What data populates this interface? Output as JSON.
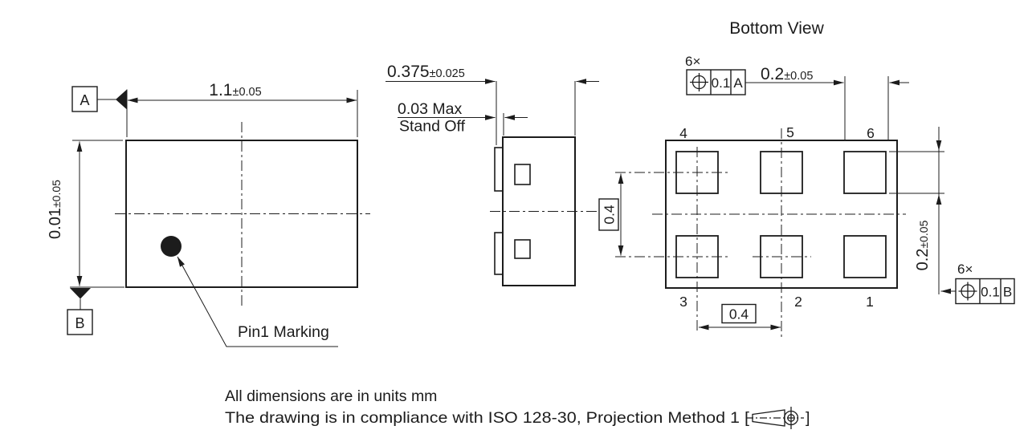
{
  "ink_color": "#1c1c1c",
  "background_color": "#ffffff",
  "top_view": {
    "datum_a": "A",
    "datum_b": "B",
    "width_value": "1.1",
    "width_tol": "±0.05",
    "height_value": "0.01",
    "height_tol": "±0.05",
    "pin1_label": "Pin1 Marking"
  },
  "side_view": {
    "thickness_value": "0.375",
    "thickness_tol": "±0.025",
    "standoff_line1": "0.03 Max",
    "standoff_line2": "Stand Off"
  },
  "bottom_view": {
    "title": "Bottom View",
    "pad_labels": {
      "p1": "1",
      "p2": "2",
      "p3": "3",
      "p4": "4",
      "p5": "5",
      "p6": "6"
    },
    "pad_width_value": "0.2",
    "pad_width_tol": "±0.05",
    "pad_height_value": "0.2",
    "pad_height_tol": "±0.05",
    "pitch_x": "0.4",
    "pitch_y": "0.4",
    "fcf_a": {
      "count": "6×",
      "symbol": "position-tolerance",
      "tolerance": "0.1",
      "datum": "A"
    },
    "fcf_b": {
      "count": "6×",
      "symbol": "position-tolerance",
      "tolerance": "0.1",
      "datum": "B"
    }
  },
  "notes": {
    "units_note": "All dimensions are in units mm",
    "compliance_prefix": "The drawing is in compliance with ISO 128-30, Projection Method 1 [",
    "compliance_suffix": "]"
  }
}
